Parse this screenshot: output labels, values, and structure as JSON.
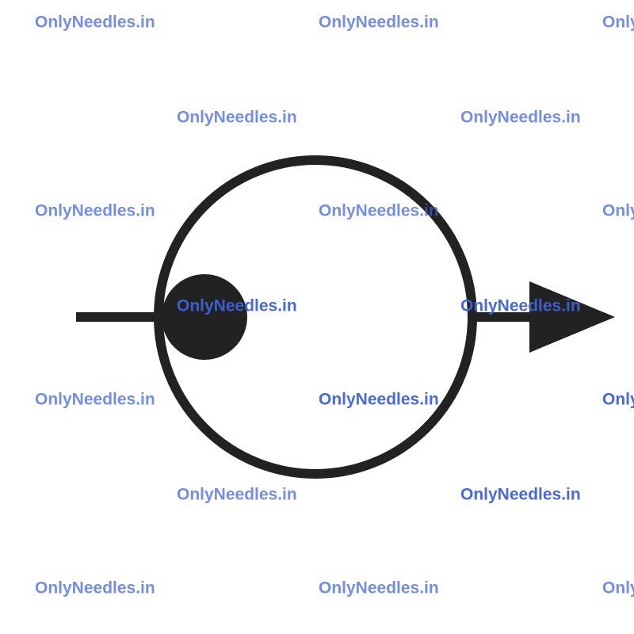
{
  "watermark": {
    "text": "OnlyNeedles.in",
    "color": "#3f63d8"
  },
  "diagram": {
    "stroke_color": "#222222",
    "shapes": [
      "input-line",
      "outer-circle",
      "filled-dot",
      "output-line",
      "arrowhead"
    ]
  }
}
